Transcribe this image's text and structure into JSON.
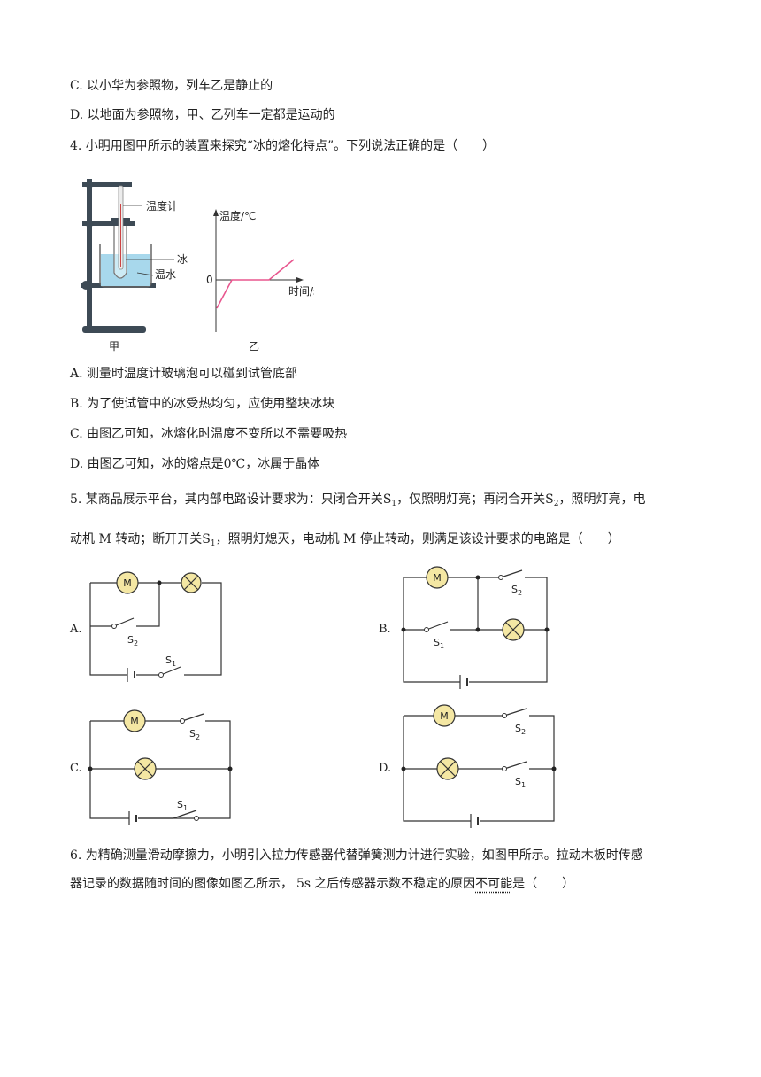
{
  "lines": {
    "q3c": "C. 以小华为参照物，列车乙是静止的",
    "q3d": "D. 以地面为参照物，甲、乙列车一定都是运动的",
    "q4": "4. 小明用图甲所示的装置来探究“冰的熔化特点”。下列说法正确的是（　　）",
    "q4a": "A. 测量时温度计玻璃泡可以碰到试管底部",
    "q4b": "B. 为了使试管中的冰受热均匀，应使用整块冰块",
    "q4c": "C. 由图乙可知，冰熔化时温度不变所以不需要吸热",
    "q4d_pre": "D. 由图乙可知，冰的熔点是",
    "q4d_val": "0℃",
    "q4d_post": "，冰属于晶体",
    "q5_1a": "5. 某商品展示平台，其内部电路设计要求为：只闭合开关",
    "q5_1b": "，仅照明灯亮；再闭合开关",
    "q5_1c": "，照明灯亮，电",
    "q5_2a": "动机 M 转动；断开开关",
    "q5_2b": "，照明灯熄灭，电动机 M 停止转动，则满足该设计要求的电路是（　　）",
    "q6_1": "6. 为精确测量滑动摩擦力，小明引入拉力传感器代替弹簧测力计进行实验，如图甲所示。拉动木板时传感",
    "q6_2a": "器记录的数据随时间的图像如图乙所示，",
    "q6_2b": "5s",
    "q6_2c": "之后传感器示数不稳定的原因",
    "q6_2d": "不可能",
    "q6_2e": "是（　　）",
    "s_letter": "S",
    "sub1": "1",
    "sub2": "2"
  },
  "figure4": {
    "thermometer_label": "温度计",
    "ice_label": "冰",
    "water_label": "温水",
    "caption_jia": "甲",
    "caption_yi": "乙",
    "y_axis_label": "温度/℃",
    "x_axis_label": "时间/s",
    "zero_label": "0"
  },
  "circuits": {
    "option_a": "A.",
    "option_b": "B.",
    "option_c": "C.",
    "option_d": "D.",
    "motor": "M",
    "switch_letter": "S",
    "s1_sub": "1",
    "s2_sub": "2"
  },
  "colors": {
    "water": "#a8d8ec",
    "graph_line": "#e8568e",
    "motor_fill": "#f4e7a3",
    "lamp_fill": "#f4e7a3"
  }
}
